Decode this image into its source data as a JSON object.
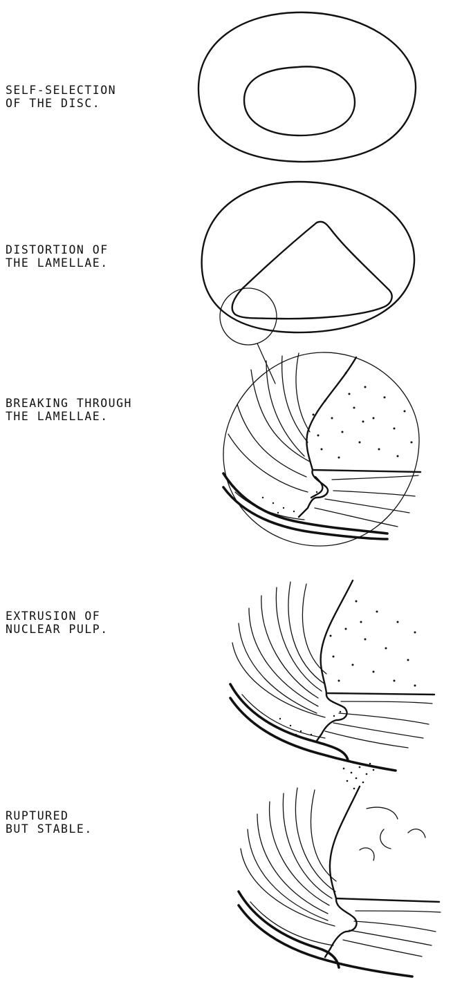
{
  "stages": [
    {
      "id": "self-selection",
      "label": "SELF-SELECTION\nOF THE DISC."
    },
    {
      "id": "distortion",
      "label": "DISTORTION OF\nTHE LAMELLAE."
    },
    {
      "id": "breaking",
      "label": "BREAKING THROUGH\nTHE LAMELLAE."
    },
    {
      "id": "extrusion",
      "label": "EXTRUSION OF\nNUCLEAR PULP."
    },
    {
      "id": "ruptured",
      "label": "RUPTURED\nBUT STABLE."
    }
  ]
}
